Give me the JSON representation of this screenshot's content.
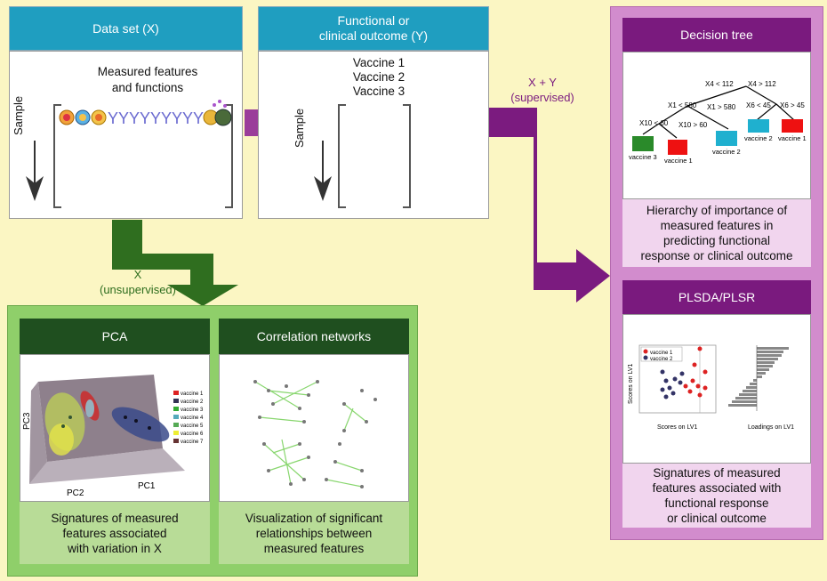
{
  "dataset": {
    "header": "Data set (X)",
    "features_title": "Measured features\nand functions",
    "sample_label": "Sample"
  },
  "outcome": {
    "header": "Functional or\nclinical outcome (Y)",
    "vaccines": [
      "Vaccine 1",
      "Vaccine 2",
      "Vaccine 3"
    ],
    "sample_label": "Sample"
  },
  "supervised_label": "X + Y\n(supervised)",
  "unsupervised_label": "X\n(unsupervised)",
  "pca": {
    "header": "PCA",
    "caption": "Signatures of measured\nfeatures associated\nwith variation in X",
    "axes": [
      "PC3",
      "PC2",
      "PC1"
    ],
    "legend": [
      "vaccine 1",
      "vaccine 2",
      "vaccine 3",
      "vaccine 4",
      "vaccine 5",
      "vaccine 6",
      "vaccine 7"
    ],
    "legend_colors": [
      "#d22",
      "#335",
      "#3a3",
      "#5ab",
      "#5a5",
      "#ee3",
      "#633"
    ]
  },
  "corr": {
    "header": "Correlation networks",
    "caption": "Visualization of significant\nrelationships between\nmeasured features"
  },
  "tree": {
    "header": "Decision tree",
    "caption": "Hierarchy of importance of\nmeasured features in\npredicting functional\nresponse or clinical outcome",
    "splits": [
      "X4 < 112",
      "X4 > 112",
      "X1 < 580",
      "X1 > 580",
      "X10 < 60",
      "X10 > 60",
      "X6 < 45",
      "X6 > 45"
    ],
    "leaves": [
      "vaccine 3",
      "vaccine 1",
      "vaccine 2",
      "vaccine 2",
      "vaccine 1"
    ],
    "leaf_colors": [
      "#2a8a2a",
      "#e11",
      "#1fb0cf",
      "#1fb0cf",
      "#e11"
    ]
  },
  "plsda": {
    "header": "PLSDA/PLSR",
    "caption": "Signatures of measured\nfeatures associated with\nfunctional response\nor clinical outcome",
    "scores_ylabel": "Scores on LV1",
    "scores_xlabel": "Scores on LV1",
    "loadings_xlabel": "Loadings on LV1",
    "legend": [
      "vaccine 1",
      "vaccine 2"
    ],
    "legend_colors": [
      "#d22",
      "#336"
    ]
  }
}
